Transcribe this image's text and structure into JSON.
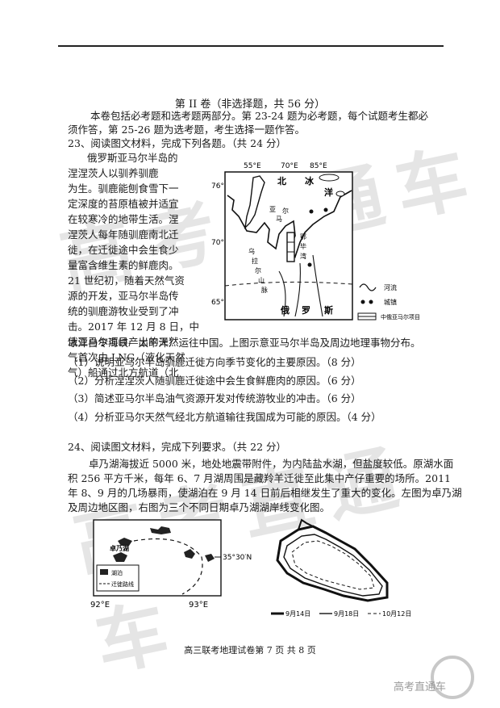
{
  "section_title": "第 II 卷（非选择题，共 56 分）",
  "intro": [
    "本卷包括必考题和选考题两部分。第 23-24 题为必考题，每个试题考生都必",
    "须作答，第 25-26 题为选考题，考生选择一题作答。"
  ],
  "q23": {
    "stem": "23、阅读图文材料，完成下列各题。（共 24 分）",
    "passage_left": [
      "俄罗斯亚马尔半岛的",
      "涅涅茨人以驯养驯鹿",
      "为生。驯鹿能刨食雪下一",
      "定深度的苔原植被并适宜",
      "在较寒冷的地带生活。涅",
      "涅茨人每年随驯鹿南北迁",
      "徙，在迁徙途中会生食少",
      "量富含维生素的鲜鹿肉。",
      "21 世纪初，随着天然气资",
      "源的开发，亚马尔半岛传",
      "统的驯鹿游牧业受到了冲",
      "击。2017 年 12 月 8 日，中",
      "俄亚马尔项目产出的天然",
      "气首次由 LNG（液化天然",
      "气）船通过北方航道（北"
    ],
    "passage_last": "冰洋白令海峡—太平洋）运往中国。上图示意亚马尔半岛及周边地理事物分布。",
    "subquestions": [
      "（1）说明亚马尔半岛驯鹿迁徙方向季节变化的主要原因。（8 分）",
      "（2）分析涅涅茨人随驯鹿迁徙途中会生食鲜鹿肉的原因。（6 分）",
      "（3）简述亚马尔半岛油气资源开发对传统游牧业的冲击。（6 分）",
      "（4）分析亚马尔天然气经北方航道输往我国成为可能的原因。（4 分）"
    ],
    "map": {
      "lon_labels": [
        "55°E",
        "70°E",
        "85°E"
      ],
      "lat_labels": [
        "76°N",
        "70°N",
        "65°N"
      ],
      "place_labels": [
        "北",
        "冰",
        "洋",
        "俄",
        "罗",
        "斯",
        "亚",
        "马",
        "尔",
        "乌",
        "拉",
        "尔",
        "山",
        "脉",
        "鄂",
        "毕",
        "湾"
      ],
      "legend": [
        "河流",
        "城镇",
        "中俄亚马尔项目"
      ]
    }
  },
  "q24": {
    "stem": "24、阅读图文材料，完成下列要求。（共 22 分）",
    "passage": [
      "卓乃湖海拔近 5000 米，地处地震带附件，为内陆盐水湖，但盐度较低。原湖水面",
      "积 256 平方千米，每年 6、7 月湖周围是藏羚羊迁徙至此集中产仔重要的场所。2011",
      "年 8、9 月的几场暴雨，使湖泊在 9 月 14 日前后相继发生了重大的变化。左图为卓乃湖",
      "及周边地区图，右图为三个不同日期卓乃湖湖岸线变化图。"
    ],
    "left_map": {
      "lake_label": "卓乃湖",
      "lat_label": "35°30′N",
      "lon_labels": [
        "92°E",
        "93°E"
      ],
      "legend": [
        "湖泊",
        "迁徙路线"
      ]
    },
    "right_map": {
      "legend": [
        "9月14日",
        "9月18日",
        "10月12日"
      ]
    }
  },
  "footer": "高三联考地理试卷第 7 页  共 8 页",
  "watermark": "高考直通车",
  "corner_logo": "高考直通车"
}
